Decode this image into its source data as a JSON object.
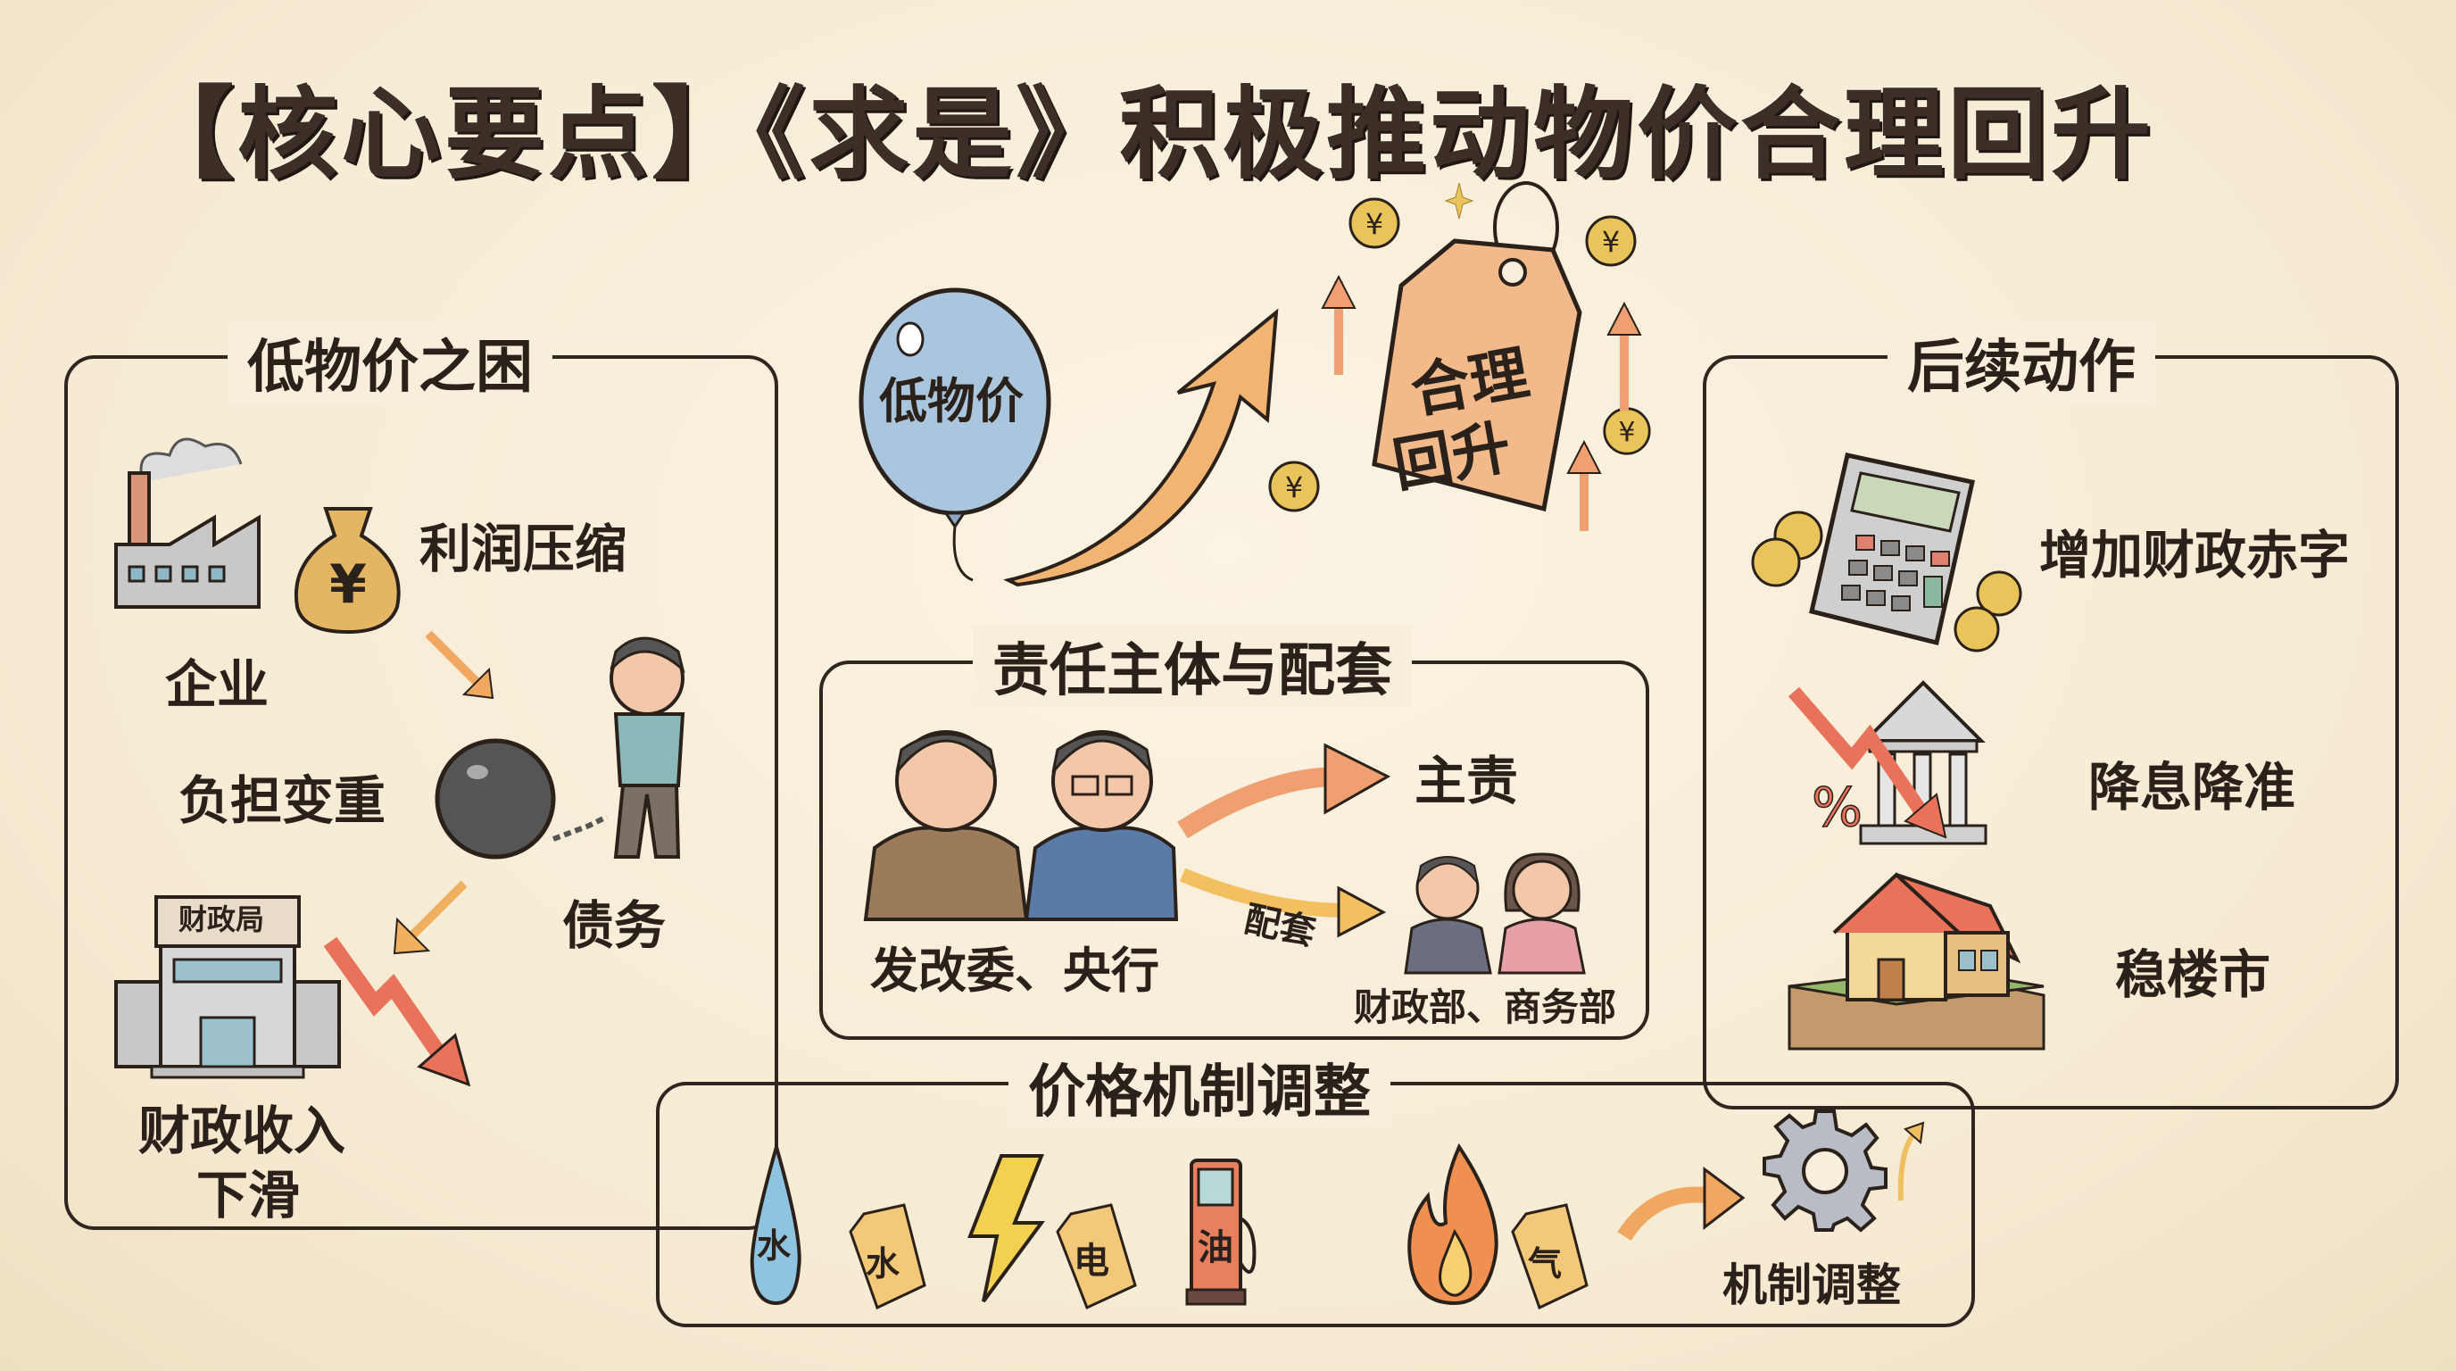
{
  "title": "【核心要点】《求是》积极推动物价合理回升",
  "center_top": {
    "balloon_label": "低物价",
    "tag_label_line1": "合理",
    "tag_label_line2": "回升"
  },
  "panel_left": {
    "title": "低物价之困",
    "items": [
      {
        "id": "enterprise",
        "label": "企业",
        "icon": "factory-icon"
      },
      {
        "id": "profit",
        "label": "利润压缩",
        "icon": "money-bag-icon"
      },
      {
        "id": "burden",
        "label": "负担变重",
        "icon": "ball-and-chain-icon"
      },
      {
        "id": "debt",
        "label": "债务",
        "icon": "worried-man-icon"
      },
      {
        "id": "finance_bureau",
        "label": "财政局",
        "icon": "government-building-icon"
      },
      {
        "id": "revenue_line1",
        "label": "财政收入"
      },
      {
        "id": "revenue_line2",
        "label": "下滑"
      }
    ]
  },
  "panel_center": {
    "title": "责任主体与配套",
    "lead_label": "发改委、央行",
    "main_duty_label": "主责",
    "support_arrow_label": "配套",
    "support_label": "财政部、商务部"
  },
  "panel_right": {
    "title": "后续动作",
    "items": [
      {
        "label": "增加财政赤字",
        "icon": "calculator-coins-icon"
      },
      {
        "label": "降息降准",
        "icon": "bank-down-arrow-icon"
      },
      {
        "label": "稳楼市",
        "icon": "house-icon"
      }
    ]
  },
  "panel_bottom": {
    "title": "价格机制调整",
    "resources": [
      {
        "icon": "water-drop-icon",
        "icon_text": "水",
        "tag": "水"
      },
      {
        "icon": "lightning-icon",
        "tag": "电"
      },
      {
        "icon": "fuel-pump-icon",
        "icon_text": "油"
      },
      {
        "icon": "flame-icon",
        "tag": "气"
      }
    ],
    "result_label": "机制调整",
    "result_icon": "gear-icon"
  },
  "colors": {
    "background": "#f8eedb",
    "ink": "#2b211b",
    "arrow_orange": "#f0a860",
    "arrow_red": "#e8735a",
    "coin_gold": "#e9c45a",
    "balloon_blue": "#a9c6de",
    "tag_peach": "#f2b98a"
  }
}
